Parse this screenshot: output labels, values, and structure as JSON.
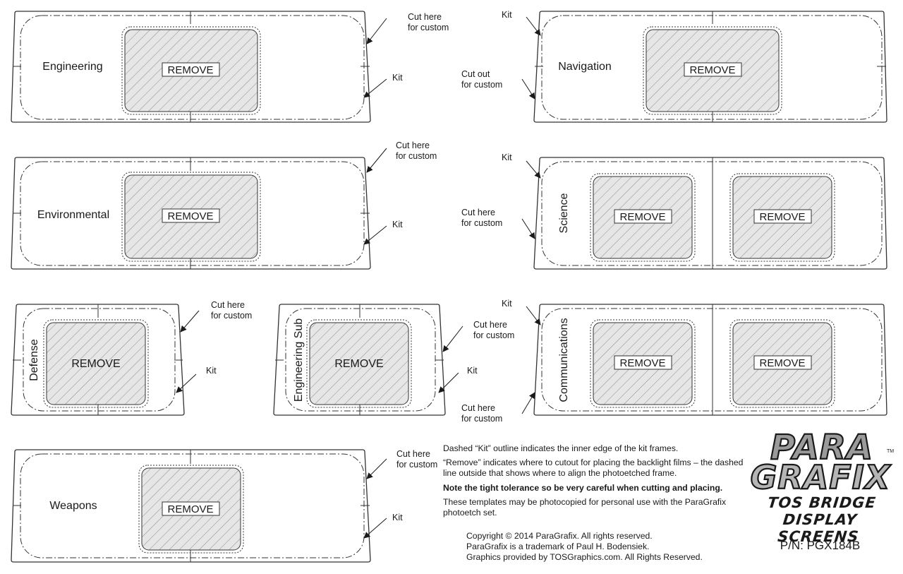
{
  "panels": {
    "engineering": {
      "label": "Engineering",
      "remove": "REMOVE"
    },
    "environmental": {
      "label": "Environmental",
      "remove": "REMOVE"
    },
    "weapons": {
      "label": "Weapons",
      "remove": "REMOVE"
    },
    "navigation": {
      "label": "Navigation",
      "remove": "REMOVE"
    },
    "science": {
      "label": "Science",
      "remove_left": "REMOVE",
      "remove_right": "REMOVE"
    },
    "communications": {
      "label": "Communications",
      "remove_left": "REMOVE",
      "remove_right": "REMOVE"
    },
    "defense": {
      "label": "Defense",
      "remove": "REMOVE"
    },
    "engineering_sub": {
      "label": "Engineering Sub",
      "remove": "REMOVE"
    }
  },
  "callouts": {
    "cut_here": [
      "Cut here",
      "for custom"
    ],
    "cut_out": [
      "Cut out",
      "for custom"
    ],
    "kit": "Kit"
  },
  "notes": {
    "line1": "Dashed “Kit” outline indicates the inner edge of the kit frames.",
    "line2": "“Remove” indicates where to cutout for placing the backlight films – the dashed line outside that shows where to align the photoetched frame.",
    "line3": "Note the tight tolerance so be very careful when cutting and placing.",
    "line4": "These templates may be photocopied for personal use with the ParaGrafix photoetch set."
  },
  "copyright": {
    "line1": "Copyright © 2014 ParaGrafix. All rights reserved.",
    "line2": "ParaGrafix is a trademark of Paul H. Bodensiek.",
    "line3": "Graphics provided by TOSGraphics.com. All Rights Reserved."
  },
  "brand": {
    "logo_top": "PARA",
    "logo_bottom": "GRAFIX",
    "tm": "TM",
    "title_line1": "TOS BRIDGE",
    "title_line2": "DISPLAY SCREENS",
    "part_number": "P/N: PGX184B"
  }
}
